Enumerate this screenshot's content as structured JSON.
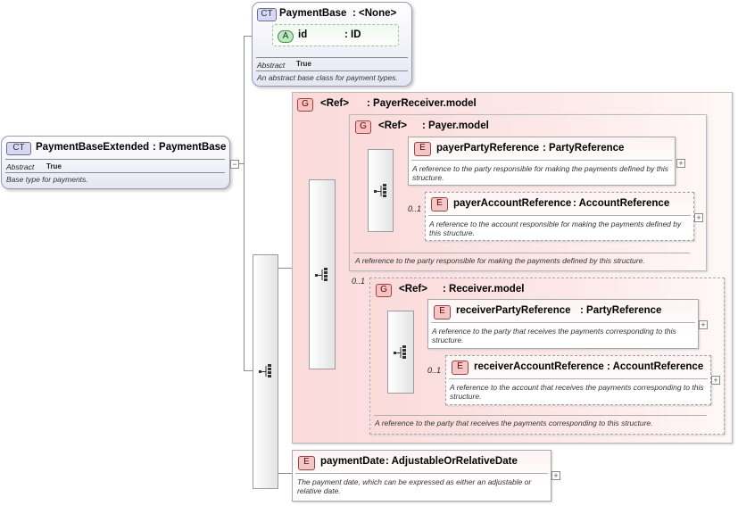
{
  "root": {
    "badge": "CT",
    "name": "PaymentBaseExtended",
    "type": ": PaymentBase",
    "abstract_label": "Abstract",
    "abstract_value": "True",
    "doc": "Base type for payments."
  },
  "base": {
    "badge": "CT",
    "name": "PaymentBase",
    "type": ": <None>",
    "attr_badge": "A",
    "attr_name": "id",
    "attr_type": ": ID",
    "abstract_label": "Abstract",
    "abstract_value": "True",
    "doc": "An abstract base class for payment types."
  },
  "payer_receiver": {
    "badge": "G",
    "ref": "<Ref>",
    "name": ": PayerReceiver.model"
  },
  "payer": {
    "badge": "G",
    "ref": "<Ref>",
    "name": ": Payer.model",
    "doc": "A reference to the party responsible for making the payments defined by this structure.",
    "party": {
      "badge": "E",
      "name": "payerPartyReference",
      "type": ": PartyReference",
      "doc": "A reference to the party responsible for making the payments defined by this structure."
    },
    "account": {
      "badge": "E",
      "occurs": "0..1",
      "name": "payerAccountReference",
      "type": ": AccountReference",
      "doc": "A reference to the account responsible for making the payments defined by this structure."
    }
  },
  "receiver": {
    "badge": "G",
    "occurs": "0..1",
    "ref": "<Ref>",
    "name": ": Receiver.model",
    "doc": "A reference to the party that receives the payments corresponding to this structure.",
    "party": {
      "badge": "E",
      "name": "receiverPartyReference",
      "type": ": PartyReference",
      "doc": "A reference to the party that receives the payments corresponding to this structure."
    },
    "account": {
      "badge": "E",
      "occurs": "0..1",
      "name": "receiverAccountReference",
      "type": ": AccountReference",
      "doc": "A reference to the account that receives the payments corresponding to this structure."
    }
  },
  "payment_date": {
    "badge": "E",
    "name": "paymentDate",
    "type": ": AdjustableOrRelativeDate",
    "doc": "The payment date, which can be expressed as either an adjustable or relative date."
  },
  "expand_symbol": "+",
  "collapse_symbol": "−"
}
